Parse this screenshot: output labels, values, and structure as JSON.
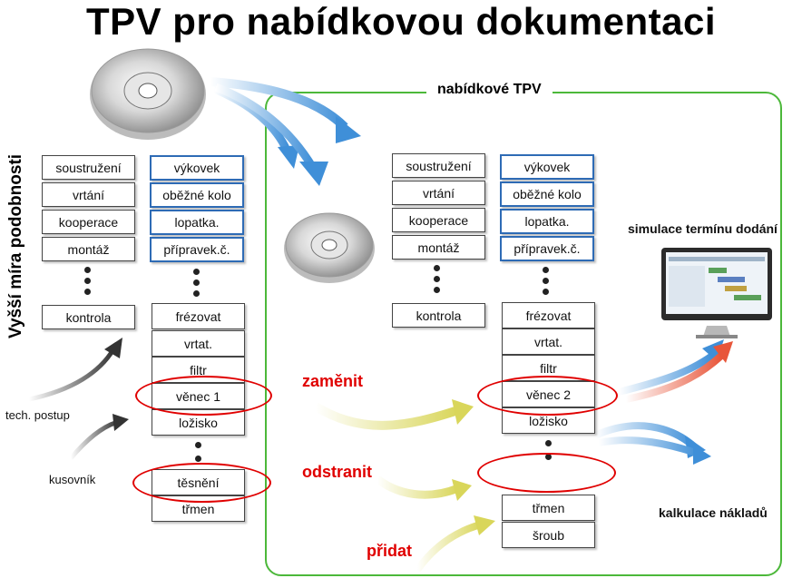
{
  "title": "TPV pro nabídkovou dokumentaci",
  "frame_label": "nabídkové TPV",
  "vertical_label": "Vyšší míra podobnosti",
  "left_labels": {
    "tech_postup": "tech. postup",
    "kusovnik": "kusovník"
  },
  "left_ops": [
    "soustružení",
    "vrtání",
    "kooperace",
    "montáž",
    "kontrola"
  ],
  "left_parts": [
    "výkovek",
    "oběžné kolo",
    "lopatka.",
    "přípravek.č.",
    "frézovat",
    "vrtat.",
    "filtr",
    "věnec 1",
    "ložisko",
    "těsnění",
    "třmen"
  ],
  "right_ops": [
    "soustružení",
    "vrtání",
    "kooperace",
    "montáž",
    "kontrola"
  ],
  "right_parts": [
    "výkovek",
    "oběžné kolo",
    "lopatka.",
    "přípravek.č.",
    "frézovat",
    "vrtat.",
    "filtr",
    "věnec 2",
    "ložisko",
    "třmen",
    "šroub"
  ],
  "actions": {
    "replace": "zaměnit",
    "remove": "odstranit",
    "add": "přidat"
  },
  "outputs": {
    "schedule": "simulace termínu dodání",
    "costs": "kalkulace nákladů"
  },
  "colors": {
    "frame": "#4cb83a",
    "highlight": "#e00000",
    "box_blue": "#2e6bb5",
    "arrow_blue": "#3f8fd8",
    "arrow_red": "#e8563a",
    "arrow_yellow": "#d9d65a"
  }
}
